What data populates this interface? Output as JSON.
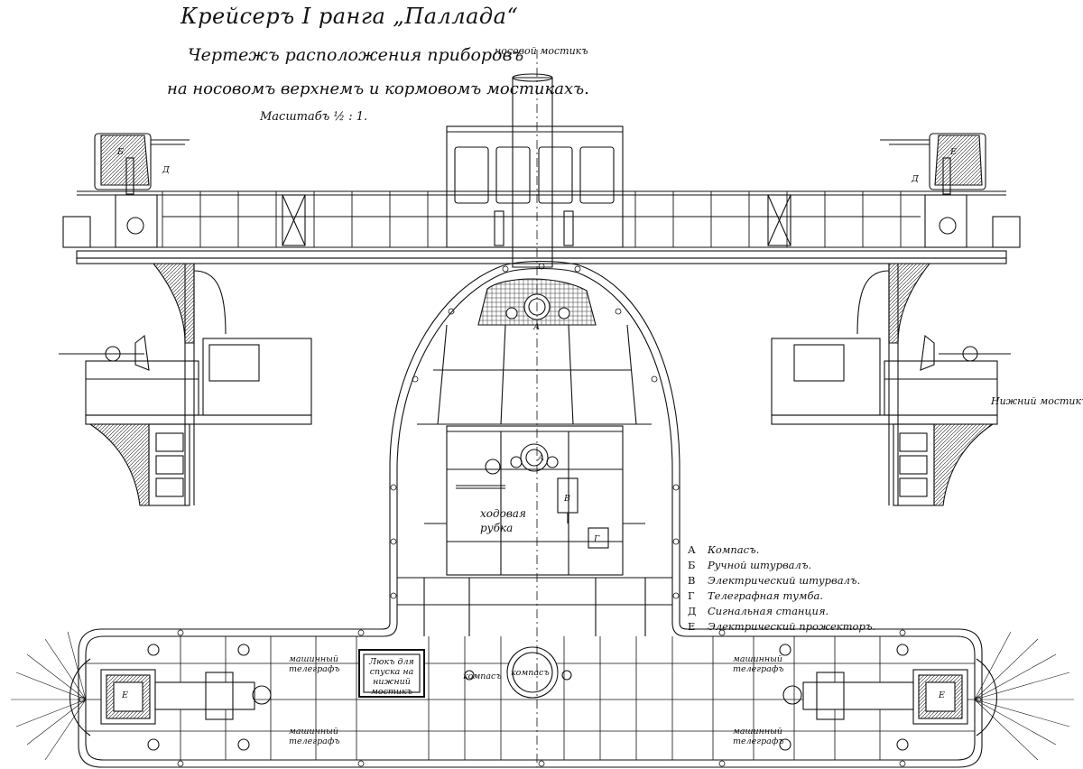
{
  "title": {
    "line1": "Крейсеръ I ранга „Паллада“",
    "line2": "Чертежъ расположения приборовъ",
    "line3": "на носовомъ верхнемъ и кормовомъ мостикахъ.",
    "scale": "Масштабъ ½ : 1."
  },
  "labels": {
    "upper_bridge": "носовой мостикъ",
    "lower_bridge": "Нижний мостикъ",
    "wheelhouse_1": "ходовая",
    "wheelhouse_2": "рубка",
    "plate": "Люкъ для спуска на нижний мостикъ",
    "compass": "компасъ",
    "aft_compass": "компасъ",
    "left_top_box": "машинный телеграфъ",
    "left_bottom_box": "машинный телеграфъ",
    "right_top_box": "машинный телеграфъ",
    "right_bottom_box": "машинный телеграфъ",
    "marker_a": "А",
    "marker_b": "Б",
    "marker_v": "В",
    "marker_g": "Г",
    "marker_d": "Д",
    "marker_e": "Е"
  },
  "legend": [
    {
      "key": "А",
      "text": "Компасъ."
    },
    {
      "key": "Б",
      "text": "Ручной штурвалъ."
    },
    {
      "key": "В",
      "text": "Электрический штурвалъ."
    },
    {
      "key": "Г",
      "text": "Телеграфная тумба."
    },
    {
      "key": "Д",
      "text": "Сигнальная станция."
    },
    {
      "key": "Е",
      "text": "Электрический прожекторъ."
    }
  ]
}
